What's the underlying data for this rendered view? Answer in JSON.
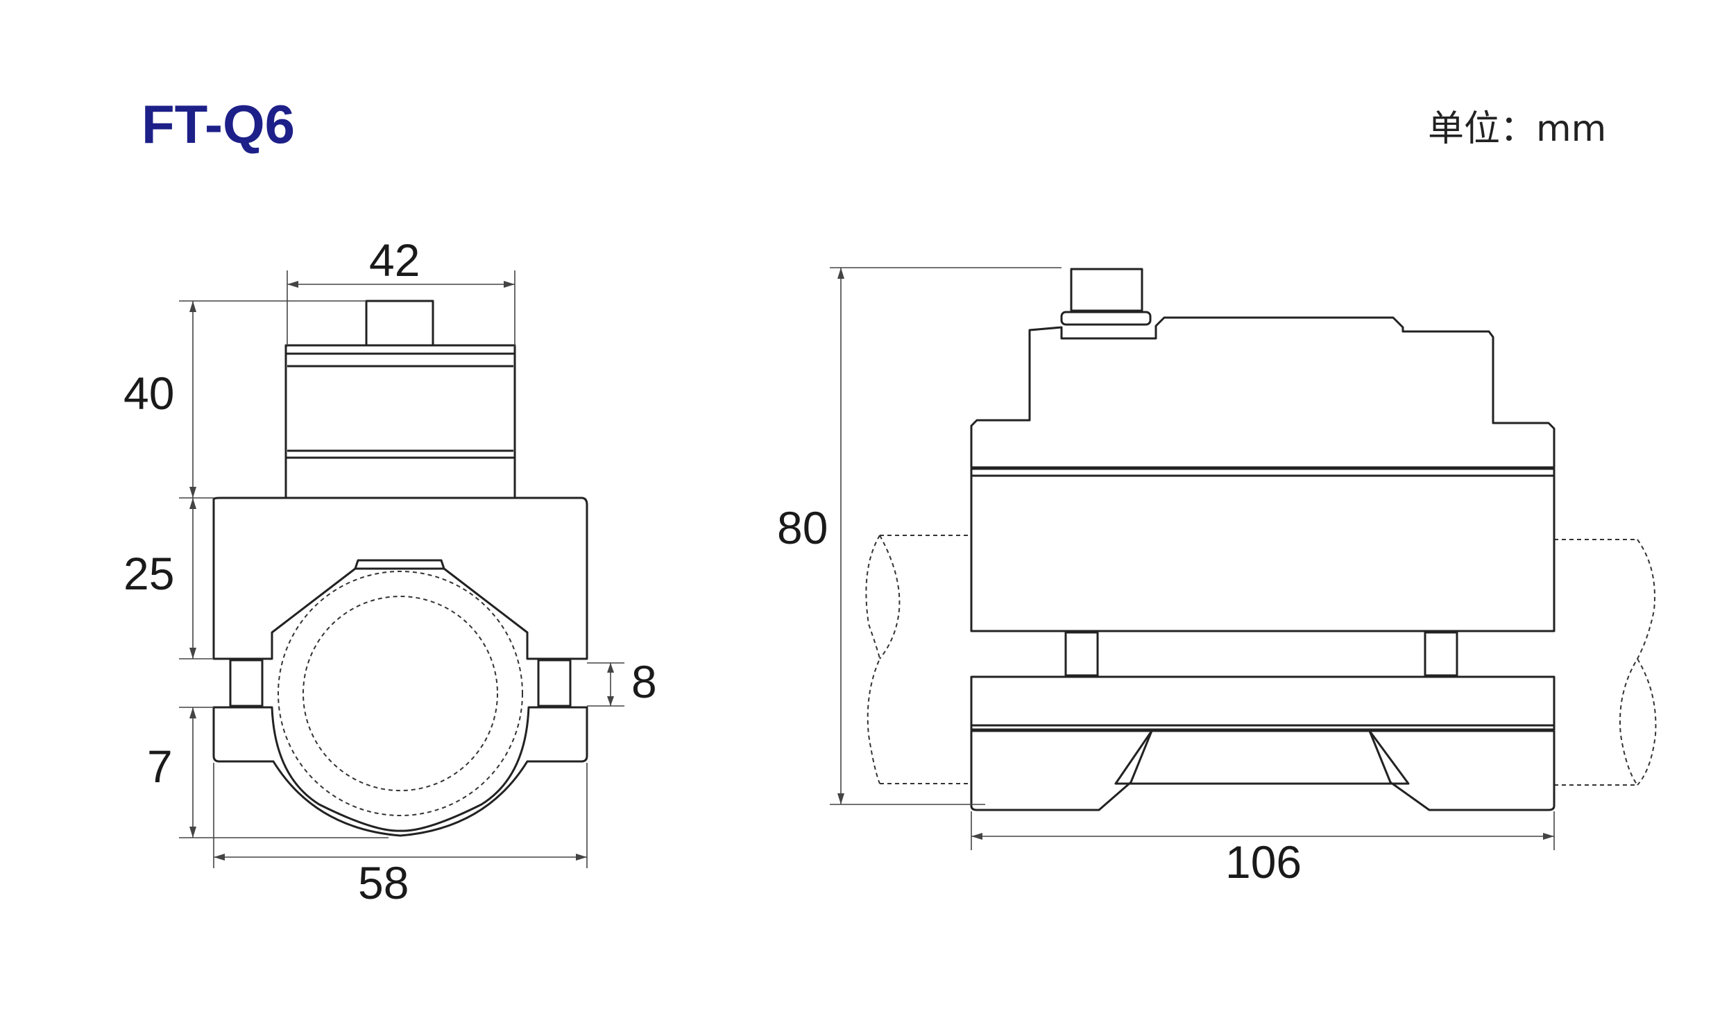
{
  "drawing": {
    "model": "FT-Q6",
    "unit_label": "单位：mm"
  },
  "front_view": {
    "dims": {
      "top_width": "42",
      "head_height": "40",
      "body_height": "25",
      "gap": "8",
      "base_height": "7",
      "base_width": "58"
    }
  },
  "side_view": {
    "dims": {
      "total_height": "80",
      "total_length": "106"
    }
  },
  "colors": {
    "title": "#1d2088",
    "outline": "#222222",
    "part_fill": "#ffffff",
    "dim_line": "#444444"
  }
}
